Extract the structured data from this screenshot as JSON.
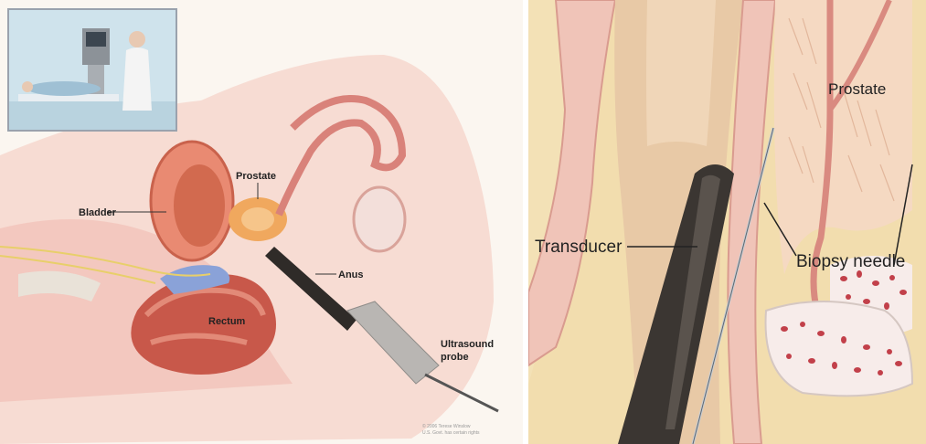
{
  "left_diagram": {
    "labels": {
      "bladder": "Bladder",
      "prostate": "Prostate",
      "anus": "Anus",
      "rectum": "Rectum",
      "probe_line1": "Ultrasound",
      "probe_line2": "probe"
    },
    "copyright_line1": "© 2006 Terese Winslow",
    "copyright_line2": "U.S. Govt. has certain rights"
  },
  "right_diagram": {
    "labels": {
      "prostate": "Prostate",
      "transducer": "Transducer",
      "biopsy_needle": "Biopsy needle"
    }
  },
  "colors": {
    "tissue_pink": "#f3c8bf",
    "prostate_orange": "#f0a85e",
    "probe_dark": "#3b3632",
    "background_fat": "#f2ddae"
  }
}
